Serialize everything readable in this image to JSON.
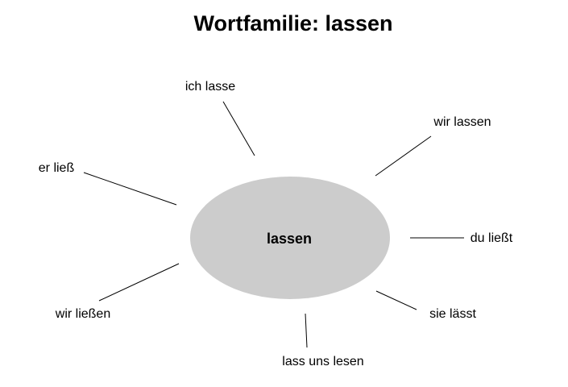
{
  "title": "Wortfamilie: lassen",
  "center": {
    "word": "lassen",
    "fill_color": "#cccccc"
  },
  "branches": [
    {
      "label": "ich lasse"
    },
    {
      "label": "wir lassen"
    },
    {
      "label": "er ließ"
    },
    {
      "label": "du ließt"
    },
    {
      "label": "wir ließen"
    },
    {
      "label": "sie lässt"
    },
    {
      "label": "lass uns lesen"
    }
  ]
}
